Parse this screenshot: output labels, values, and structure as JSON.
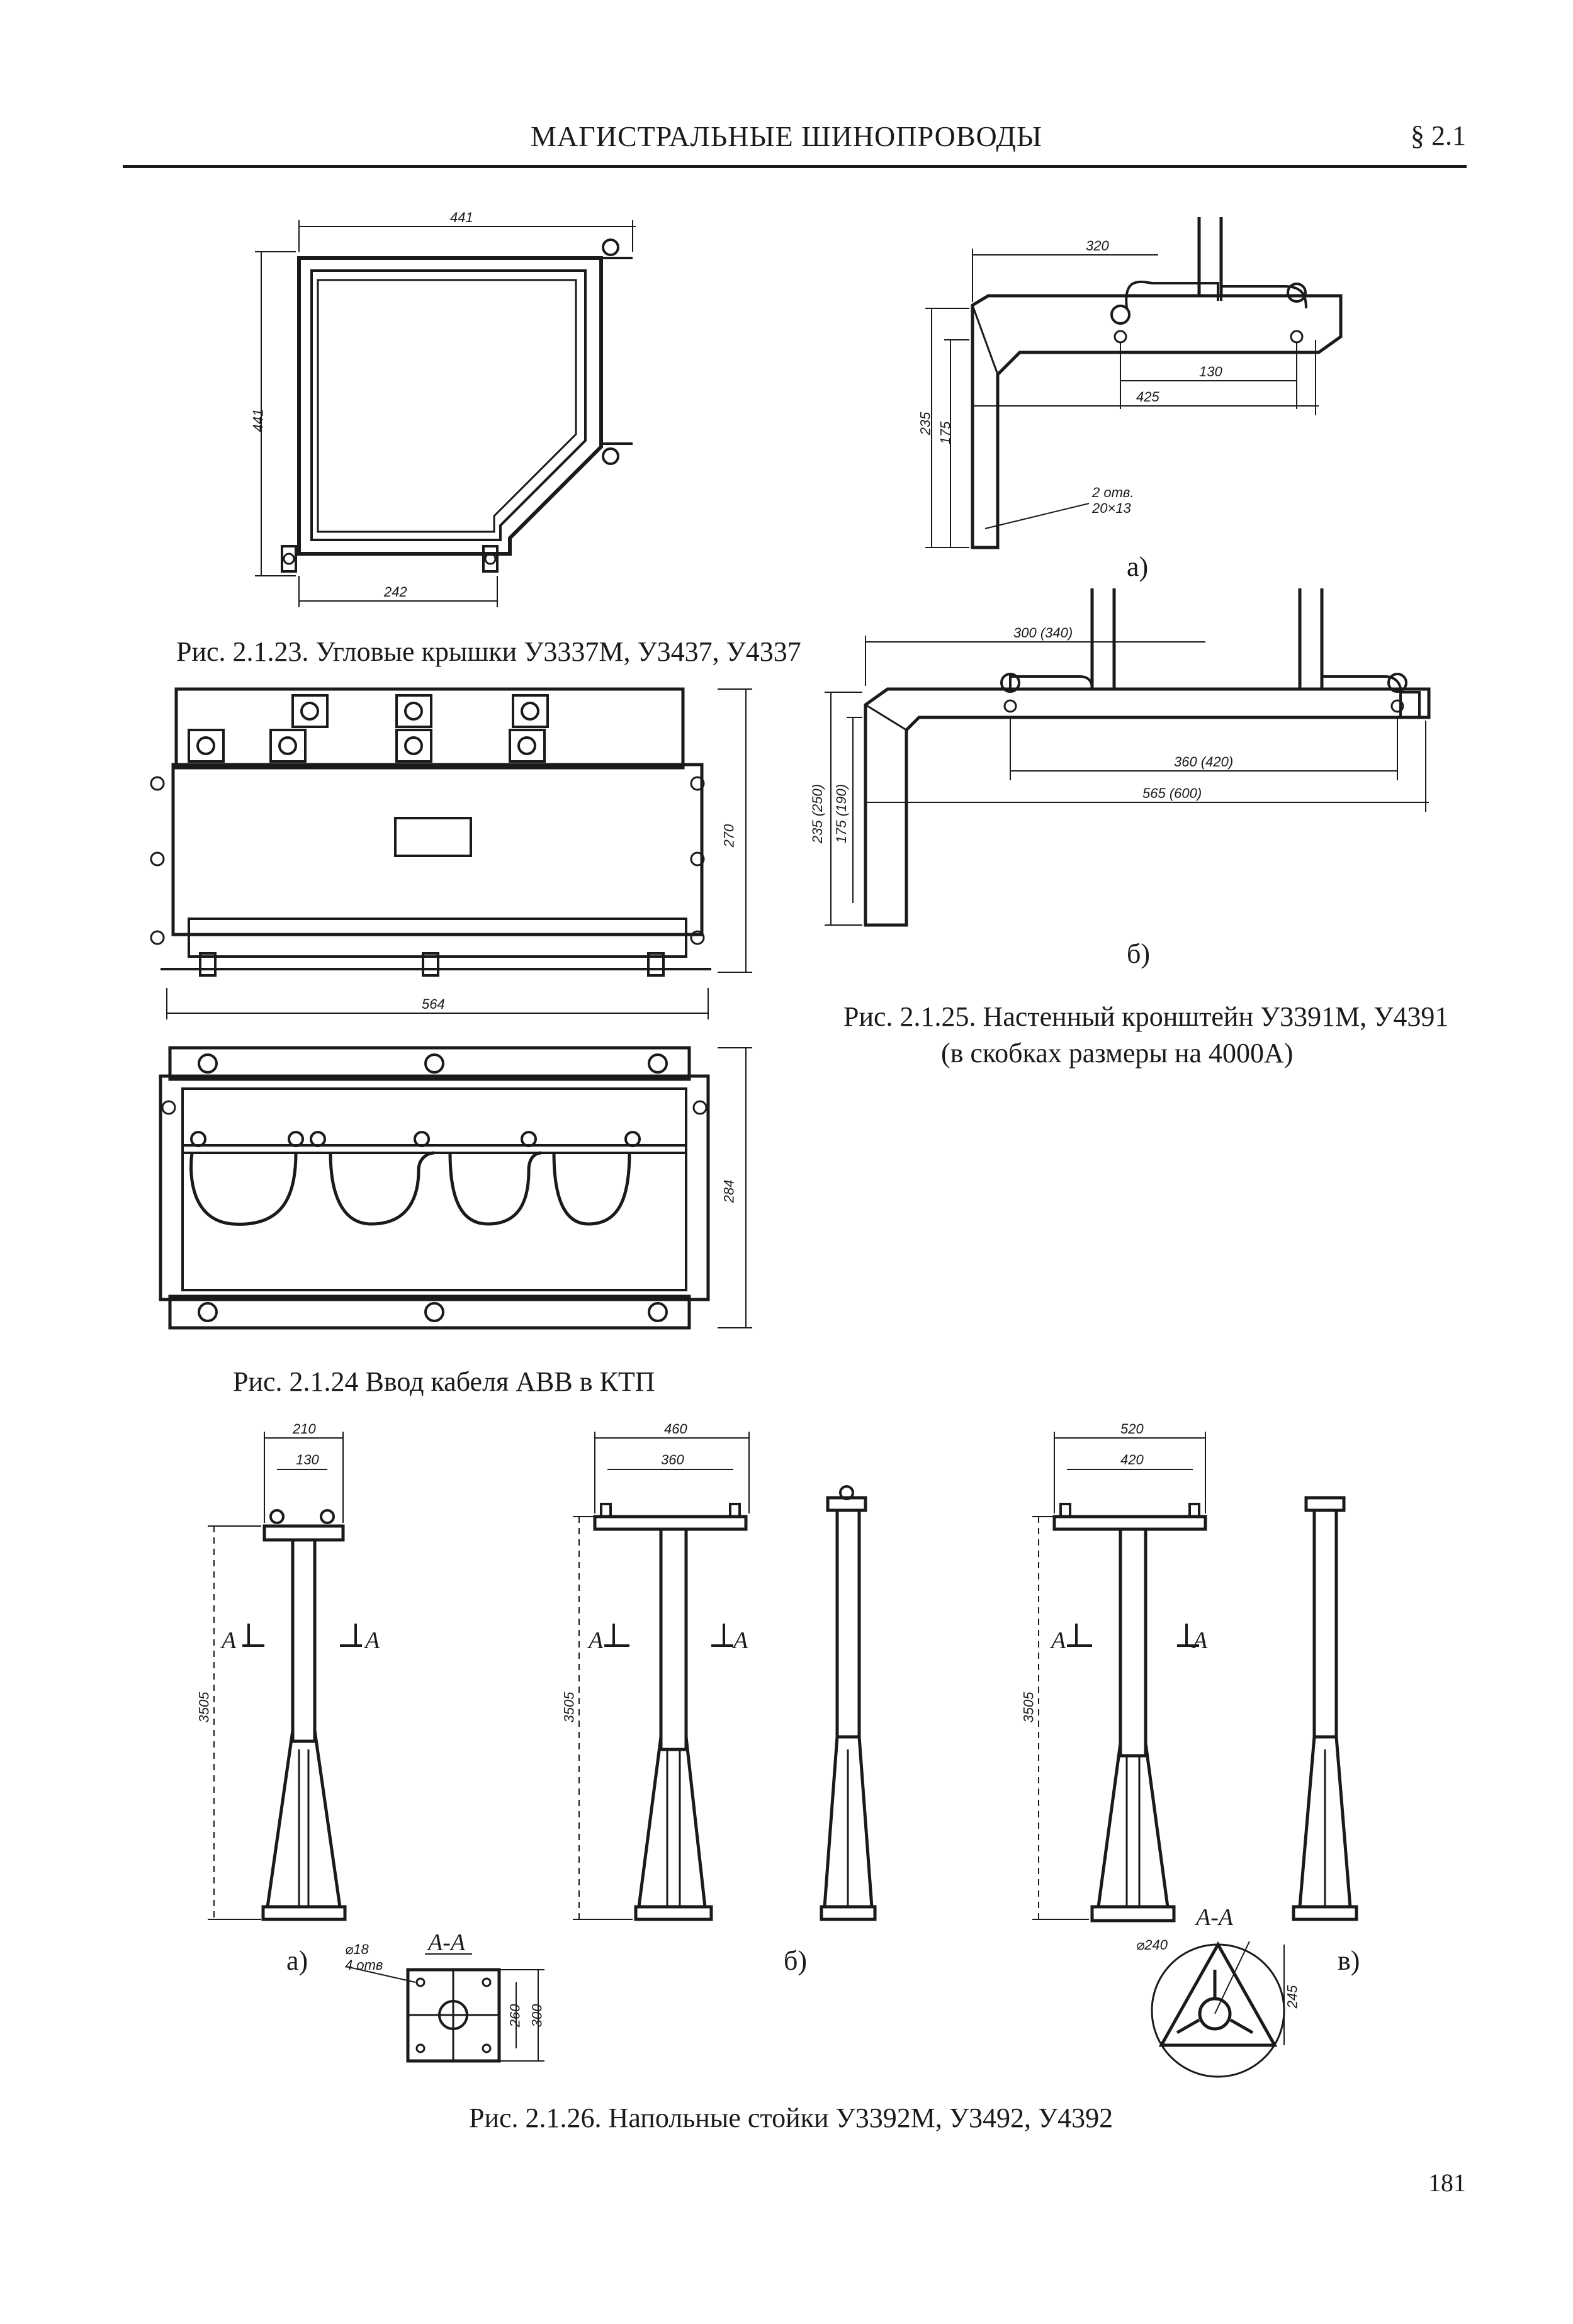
{
  "header": {
    "title": "МАГИСТРАЛЬНЫЕ ШИНОПРОВОДЫ",
    "section": "§ 2.1"
  },
  "fig23": {
    "caption": "Рис. 2.1.23. Угловые крышки У3337М, У3437, У4337",
    "dims": {
      "width": "441",
      "height": "441",
      "bottom": "242"
    }
  },
  "fig24": {
    "caption": "Рис. 2.1.24 Ввод кабеля АВВ в КТП",
    "dims": {
      "width": "564",
      "height_top": "270",
      "height_bottom": "284"
    }
  },
  "fig25": {
    "caption_line1": "Рис. 2.1.25. Настенный кронштейн У3391М, У4391",
    "caption_line2": "(в скобках размеры на 4000А)",
    "a": {
      "label": "а)",
      "d320": "320",
      "d130": "130",
      "d425": "425",
      "d235": "235",
      "d175": "175",
      "holes1": "2 отв.",
      "holes2": "20×13"
    },
    "b": {
      "label": "б)",
      "d300": "300 (340)",
      "d360": "360 (420)",
      "d565": "565 (600)",
      "d235": "235 (250)",
      "d175": "175 (190)"
    }
  },
  "fig26": {
    "caption": "Рис. 2.1.26. Напольные стойки У3392М, У3492, У4392",
    "a": {
      "label": "а)",
      "d210": "210",
      "d130": "130",
      "h": "3505",
      "section": "А-А",
      "sec_mark": "А",
      "hole1": "⌀18",
      "hole2": "4 отв",
      "d260": "260",
      "d300": "300"
    },
    "b": {
      "label": "б)",
      "d460": "460",
      "d360": "360",
      "h": "3505",
      "sec_mark": "А"
    },
    "c": {
      "label": "в)",
      "d520": "520",
      "d420": "420",
      "h": "3505",
      "section": "А-А",
      "sec_mark": "А",
      "d240": "⌀240",
      "d245": "245"
    }
  },
  "page_number": "181"
}
